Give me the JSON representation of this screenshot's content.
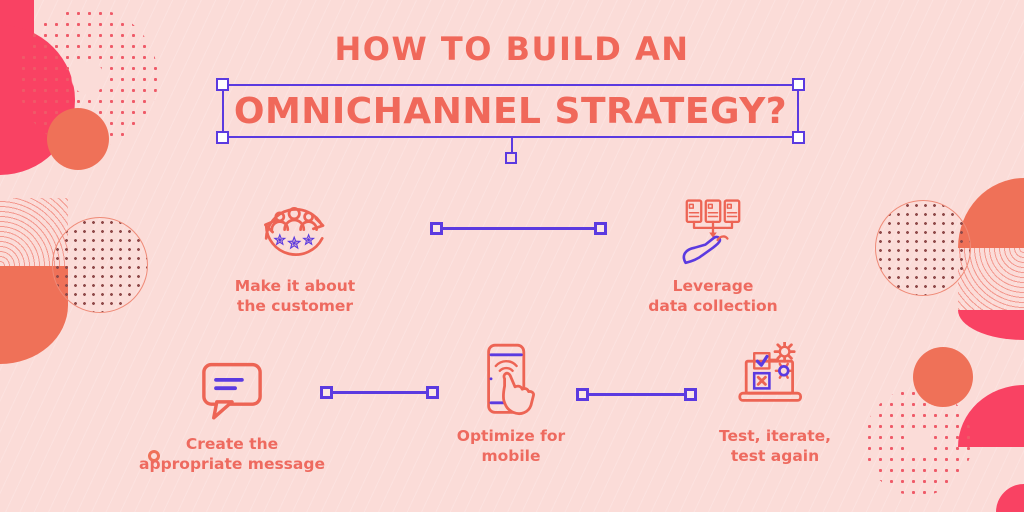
{
  "title": {
    "line1": "HOW TO BUILD AN",
    "line2": "OMNICHANNEL STRATEGY?"
  },
  "steps": [
    {
      "id": "customer",
      "icon": "customer-loop-icon",
      "label_line1": "Make it about",
      "label_line2": "the customer"
    },
    {
      "id": "data",
      "icon": "data-collection-icon",
      "label_line1": "Leverage",
      "label_line2": "data collection"
    },
    {
      "id": "message",
      "icon": "speech-bubble-icon",
      "label_line1": "Create the",
      "label_line2": "appropriate message"
    },
    {
      "id": "mobile",
      "icon": "mobile-tap-icon",
      "label_line1": "Optimize for",
      "label_line2": "mobile"
    },
    {
      "id": "test",
      "icon": "laptop-checklist-icon",
      "label_line1": "Test, iterate,",
      "label_line2": "test again"
    }
  ],
  "colors": {
    "background": "#fbdcd8",
    "coral": "#ed6454",
    "coral_solid": "#ef7158",
    "crimson": "#f94263",
    "purple": "#5b3ae0",
    "title_text": "#f0685a",
    "label_text": "#ee6a5f"
  }
}
